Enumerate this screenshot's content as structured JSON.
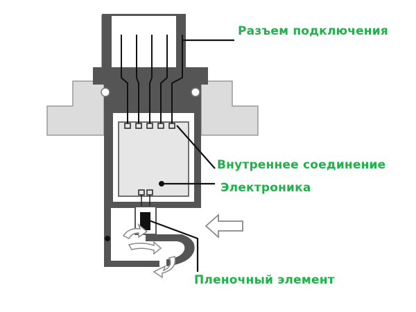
{
  "colors": {
    "label_green": "#22b04b",
    "housing": "#555555",
    "mount_fill": "#d9d9d9",
    "chip_fill": "#e6e6e6",
    "leader_line": "#111111"
  },
  "labels": {
    "connector": "Разъем подключения",
    "internal_connection": "Внутреннее соединение",
    "electronics": "Электроника",
    "film_element": "Пленочный элемент"
  },
  "parts": {
    "connector_pins": 5,
    "chip_top_pads": 5,
    "chip_bottom_pads": 2
  },
  "flow": {
    "inlet_arrow": "arrow-left-icon",
    "bypass_arrows": [
      "curved-arrow-icon",
      "curved-arrow-icon",
      "curved-arrow-icon"
    ]
  }
}
